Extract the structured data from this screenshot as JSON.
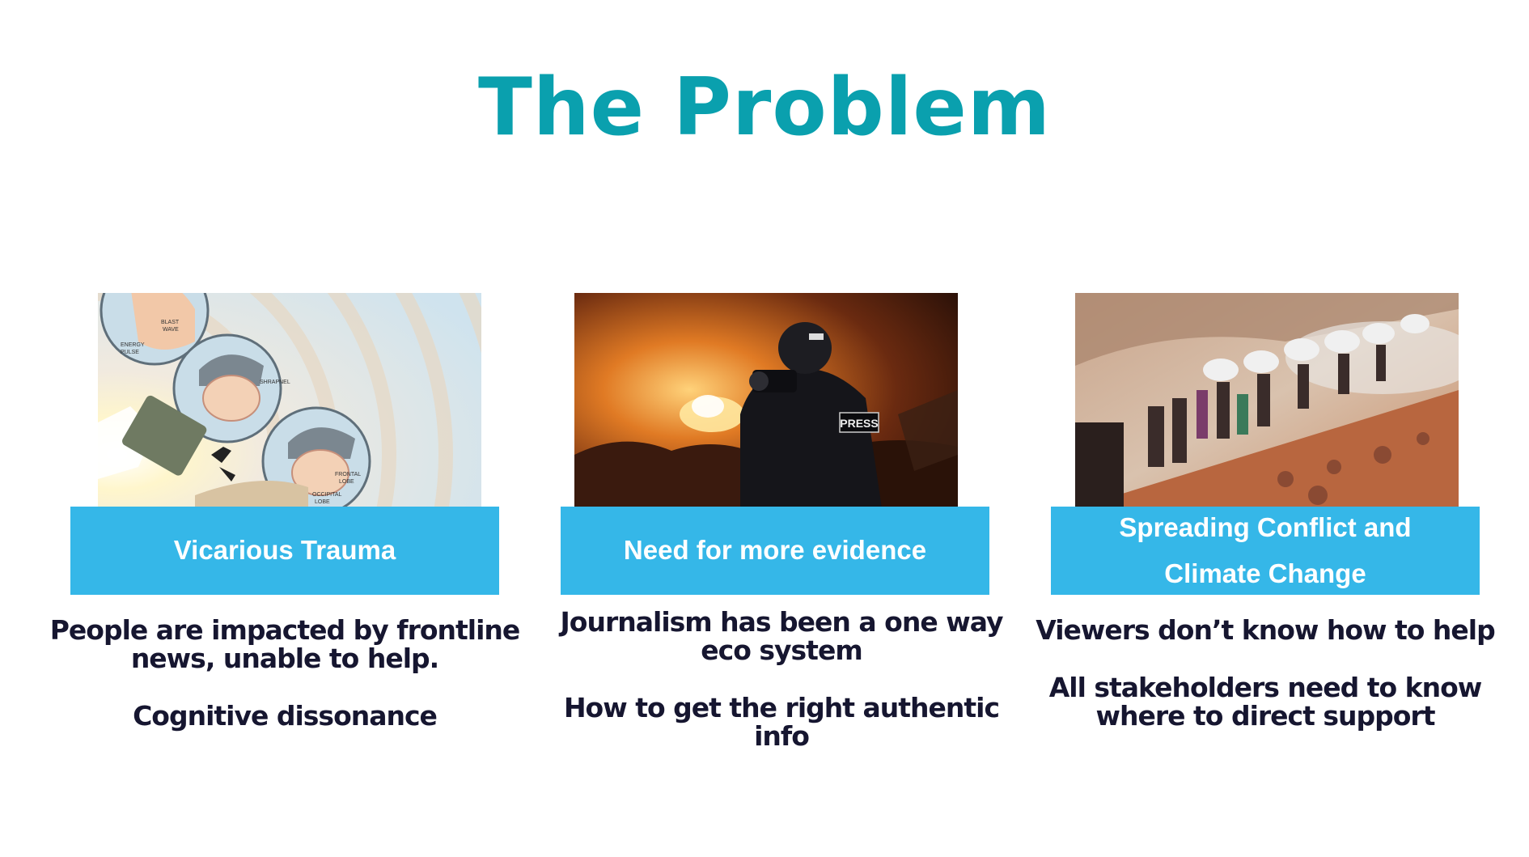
{
  "slide": {
    "title": "The Problem",
    "colors": {
      "title": "#0aa0ae",
      "banner": "#35b7e8",
      "body_text": "#161630",
      "background": "#ffffff"
    }
  },
  "columns": [
    {
      "photo_icon": "blast-trauma-diagram",
      "photo_labels": [
        "ENERGY",
        "PULSE",
        "BLAST",
        "WAVE",
        "SHRAPNEL",
        "FRONTAL",
        "LOBE",
        "OCCIPITAL",
        "LOBE"
      ],
      "banner_lines": [
        "Vicarious Trauma"
      ],
      "paragraphs": [
        "People are impacted by frontline news, unable to help.",
        "Cognitive dissonance"
      ]
    },
    {
      "photo_icon": "press-photographer-fire",
      "photo_labels": [
        "PRESS"
      ],
      "banner_lines": [
        "Need for more evidence"
      ],
      "paragraphs": [
        "Journalism has been a one way eco system",
        "How to get the right authentic info"
      ]
    },
    {
      "photo_icon": "refugees-hillside",
      "banner_lines": [
        "Spreading Conflict and",
        "Climate Change"
      ],
      "paragraphs": [
        "Viewers don’t know how to help",
        "All stakeholders need to know where to direct support"
      ]
    }
  ]
}
